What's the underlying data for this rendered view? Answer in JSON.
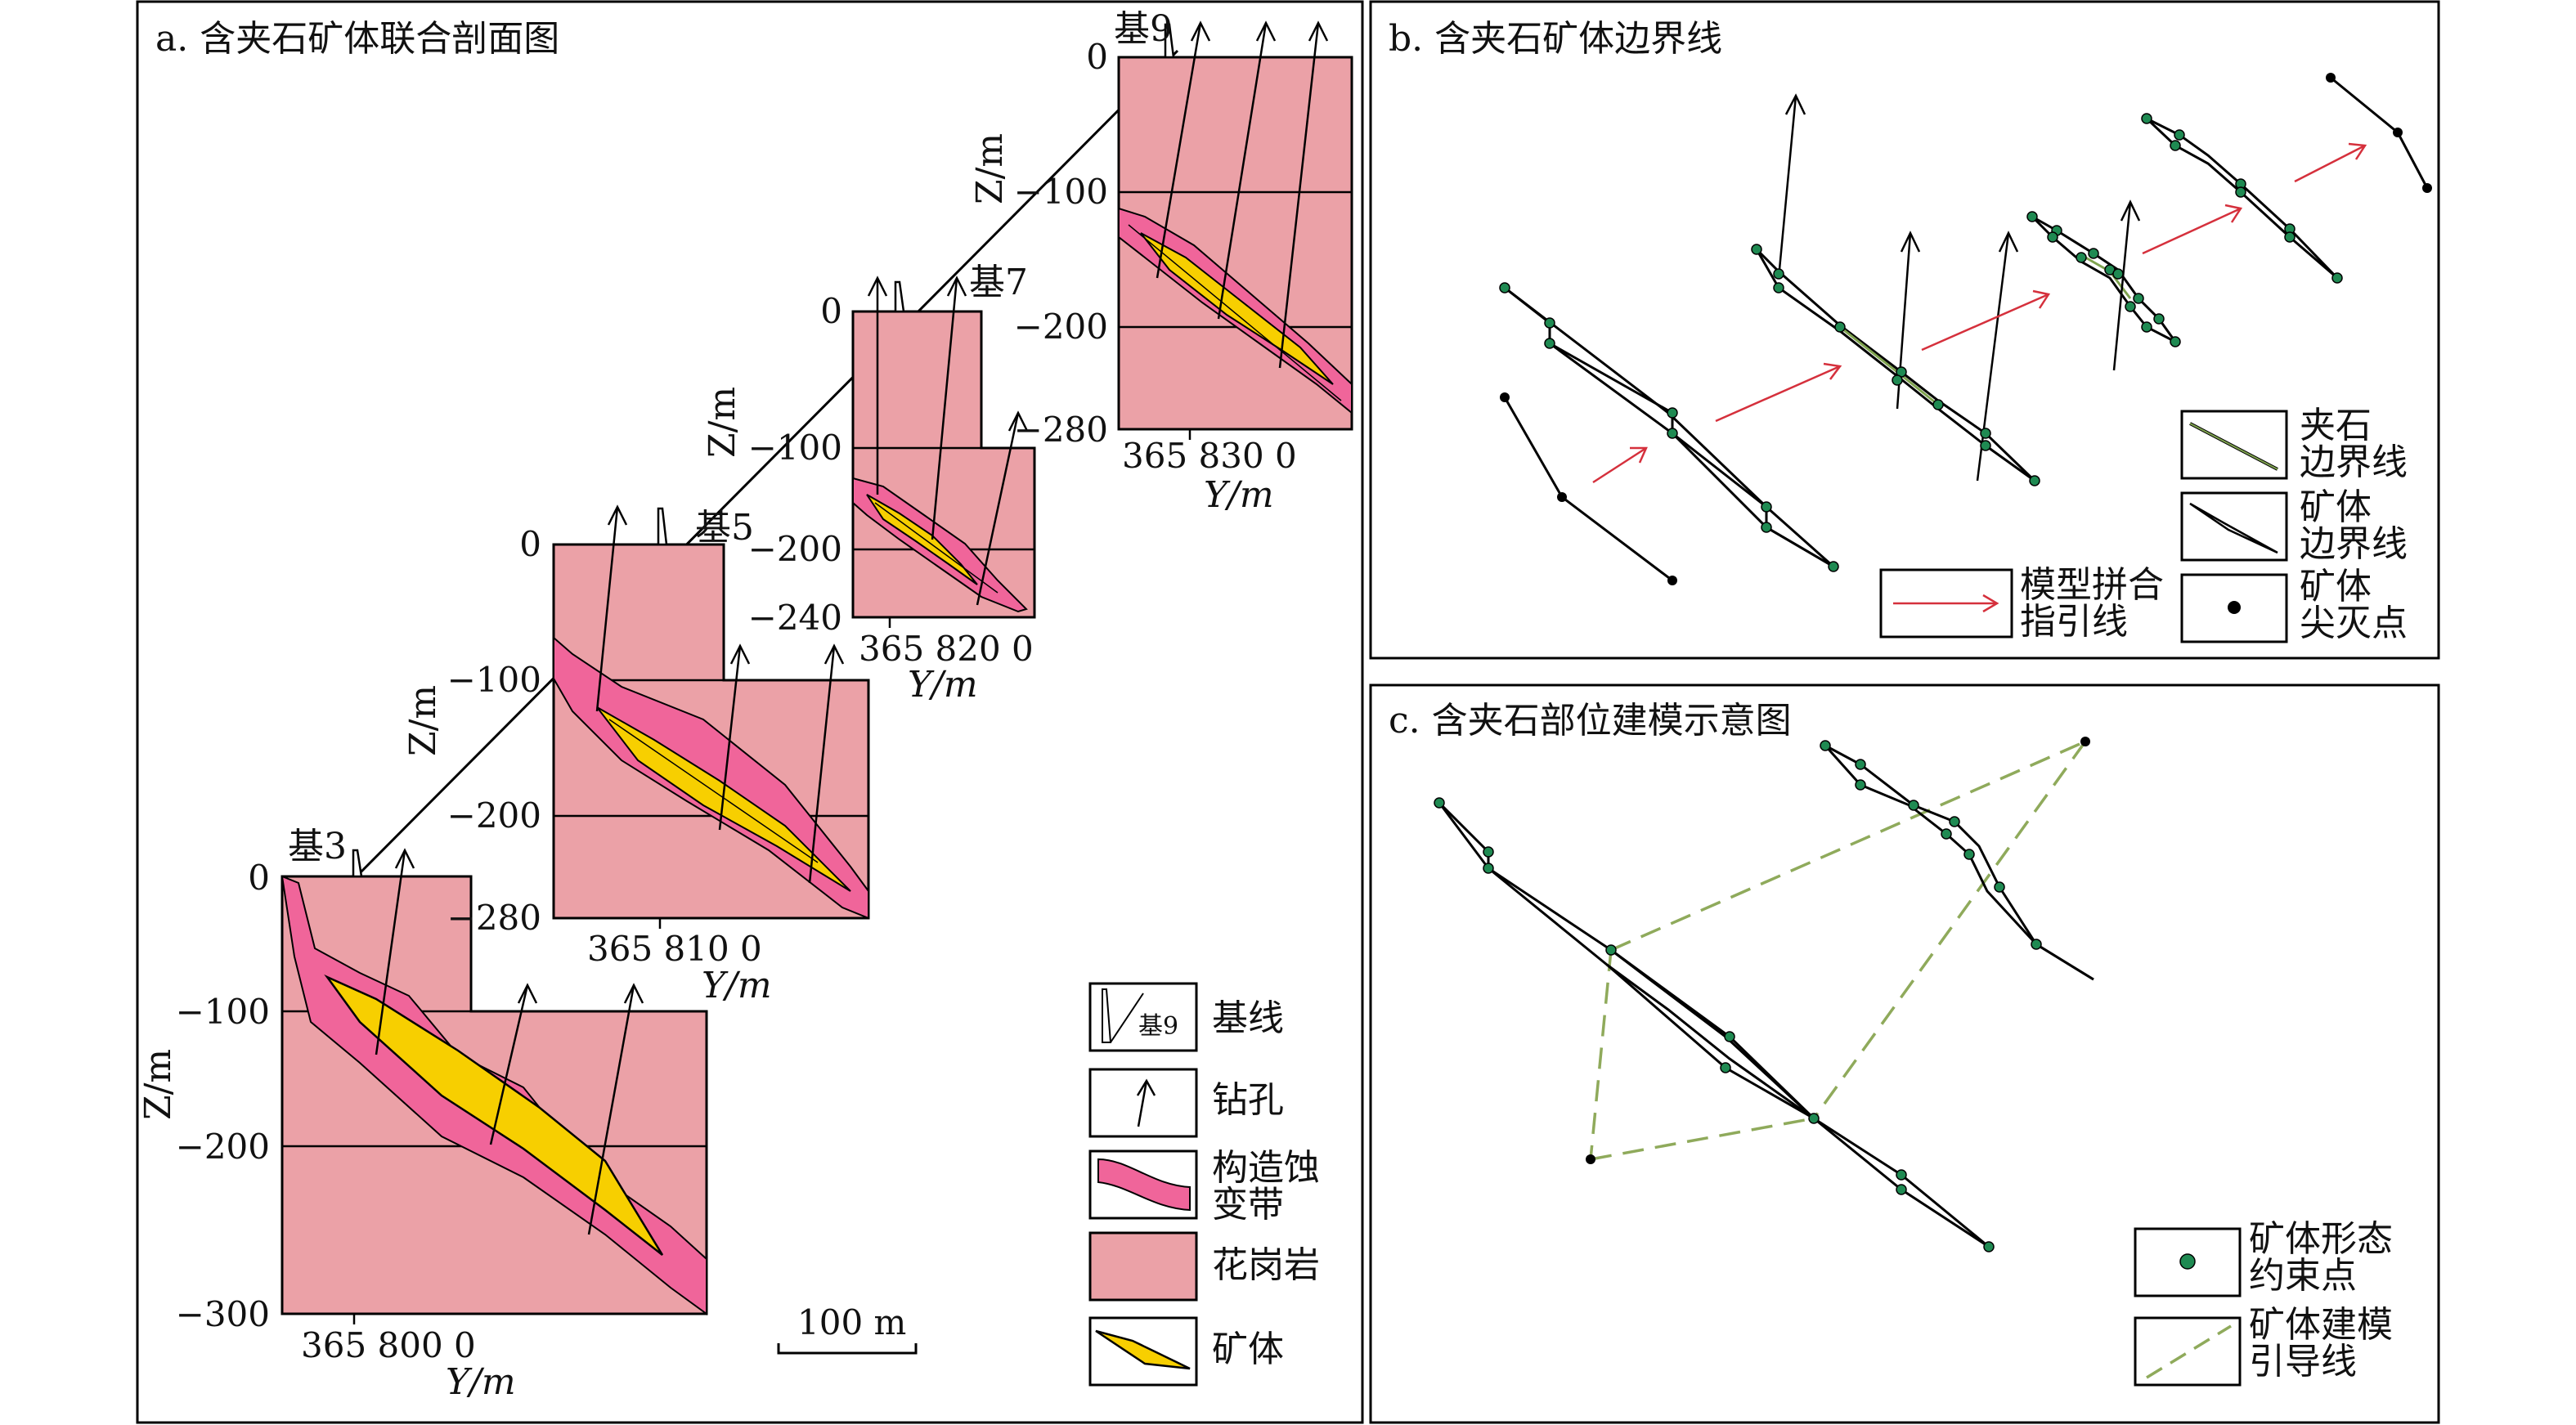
{
  "panels": {
    "a": {
      "title": "a. 含夹石矿体联合剖面图",
      "base_labels": [
        "基3",
        "基5",
        "基7",
        "基9"
      ],
      "sections": [
        {
          "id": "基3",
          "z_ticks": [
            "0",
            "−100",
            "−200",
            "−300"
          ],
          "z_label": "Z/m",
          "y_tick": "365 800 0",
          "y_label": "Y/m"
        },
        {
          "id": "基5",
          "z_ticks": [
            "0",
            "−100",
            "−200",
            "−280"
          ],
          "z_label": "Z/m",
          "y_tick": "365 810 0",
          "y_label": "Y/m"
        },
        {
          "id": "基7",
          "z_ticks": [
            "0",
            "−100",
            "−200",
            "−240"
          ],
          "z_label": "Z/m",
          "y_tick": "365 820 0",
          "y_label": "Y/m"
        },
        {
          "id": "基9",
          "z_ticks": [
            "0",
            "−100",
            "−200",
            "−280"
          ],
          "z_label": "Z/m",
          "y_tick": "365 830 0",
          "y_label": "Y/m"
        }
      ],
      "scale_bar": "100 m",
      "legend": {
        "baseline": {
          "label": "基线",
          "icon_text": "基9"
        },
        "drillhole": {
          "label": "钻孔"
        },
        "alteration": {
          "label_line1": "构造蚀",
          "label_line2": "变带"
        },
        "granite": {
          "label": "花岗岩"
        },
        "orebody": {
          "label": "矿体"
        }
      }
    },
    "b": {
      "title": "b. 含夹石矿体边界线",
      "legend": {
        "inclusion": {
          "line1": "夹石",
          "line2": "边界线"
        },
        "ore_boundary": {
          "line1": "矿体",
          "line2": "边界线"
        },
        "pinchout": {
          "line1": "矿体",
          "line2": "尖灭点"
        },
        "guide": {
          "line1": "模型拼合",
          "line2": "指引线"
        }
      }
    },
    "c": {
      "title": "c. 含夹石部位建模示意图",
      "legend": {
        "constraint": {
          "line1": "矿体形态",
          "line2": "约束点"
        },
        "modeling_guide": {
          "line1": "矿体建模",
          "line2": "引导线"
        }
      }
    }
  },
  "colors": {
    "granite": "#eba1a7",
    "alteration": "#f0659a",
    "orebody": "#f7cf00",
    "constraint_point": "#1f8a52",
    "guide_arrow": "#d5303c",
    "modeling_guide": "#8faa5b"
  }
}
